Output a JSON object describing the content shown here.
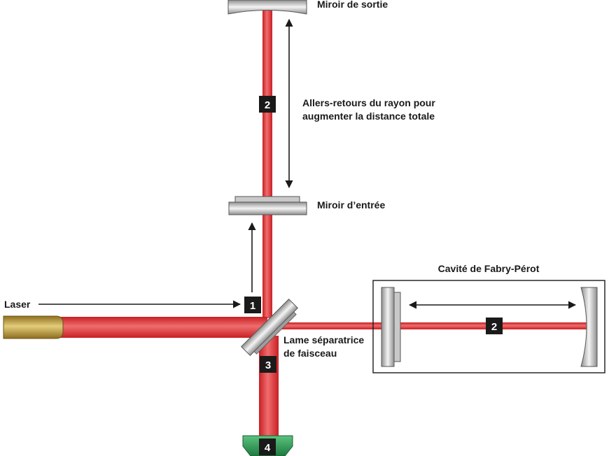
{
  "colors": {
    "beam": "#d8262b",
    "beam_highlight": "#ee6a6a",
    "mirror_silver": "#b9b9b9",
    "laser_gold": "#b89a3a",
    "detector_green": "#2e9a55",
    "marker_bg": "#1a1a1a",
    "text": "#1a1a1a"
  },
  "labels": {
    "output_mirror": "Miroir de sortie",
    "round_trips_line1": "Allers-retours du rayon pour",
    "round_trips_line2": "augmenter la distance totale",
    "input_mirror": "Miroir d’entrée",
    "fabry_perot": "Cavité de Fabry-Pérot",
    "laser": "Laser",
    "beam_splitter_line1": "Lame séparatrice",
    "beam_splitter_line2": "de faisceau"
  },
  "markers": {
    "step1": "1",
    "step2_vertical": "2",
    "step2_horizontal": "2",
    "step3": "3",
    "step4": "4"
  }
}
